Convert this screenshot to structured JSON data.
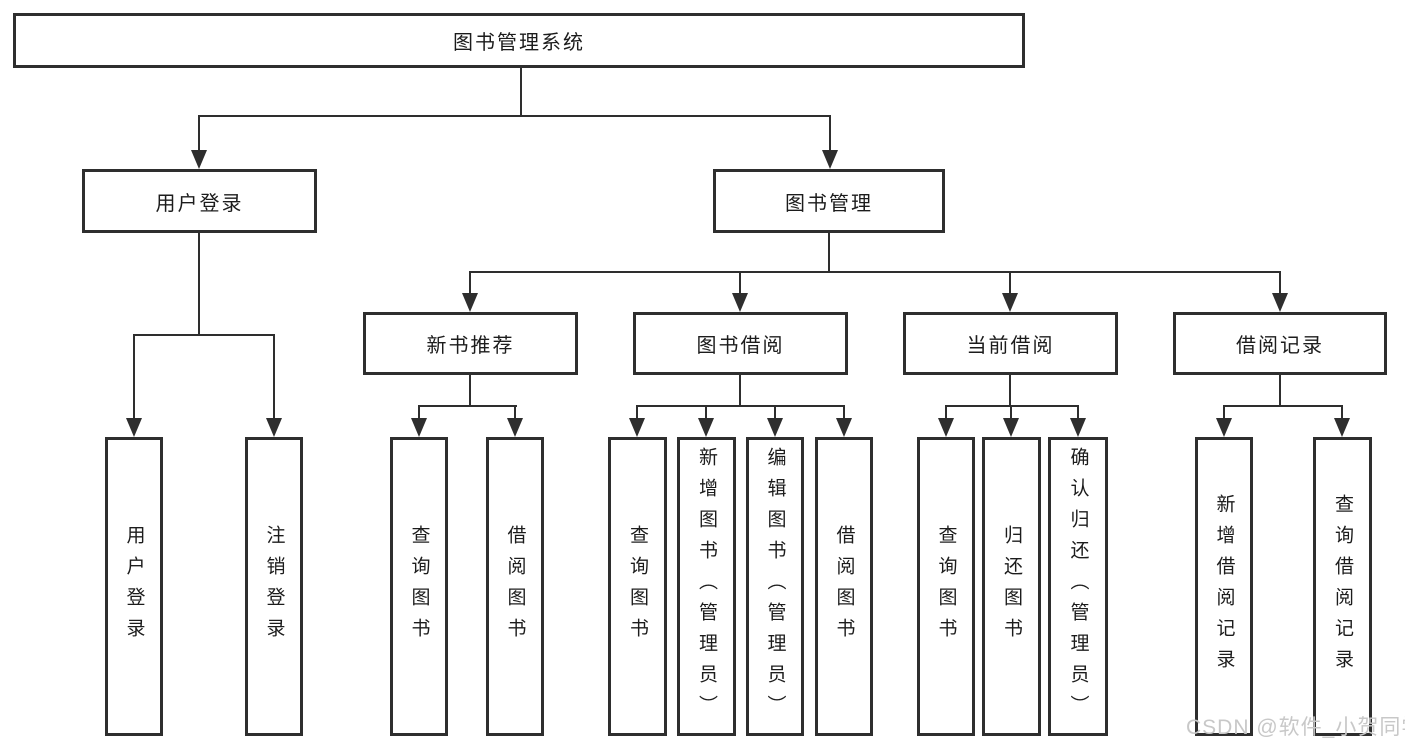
{
  "tree": {
    "label": "图书管理系统",
    "children": [
      {
        "label": "用户登录",
        "children": [
          {
            "label": "用户登录"
          },
          {
            "label": "注销登录"
          }
        ]
      },
      {
        "label": "图书管理",
        "children": [
          {
            "label": "新书推荐",
            "children": [
              {
                "label": "查询图书"
              },
              {
                "label": "借阅图书"
              }
            ]
          },
          {
            "label": "图书借阅",
            "children": [
              {
                "label": "查询图书"
              },
              {
                "label": "新增图书（管理员）"
              },
              {
                "label": "编辑图书（管理员）"
              },
              {
                "label": "借阅图书"
              }
            ]
          },
          {
            "label": "当前借阅",
            "children": [
              {
                "label": "查询图书"
              },
              {
                "label": "归还图书"
              },
              {
                "label": "确认归还（管理员）"
              }
            ]
          },
          {
            "label": "借阅记录",
            "children": [
              {
                "label": "新增借阅记录"
              },
              {
                "label": "查询借阅记录"
              }
            ]
          }
        ]
      }
    ]
  },
  "watermark": {
    "text": "CSDN @软件_小贺同学"
  },
  "colors": {
    "line": "#2e2e2e",
    "box_border": "#2e2e2e",
    "background": "#ffffff",
    "text": "#1c1c1c",
    "watermark": "#c8c8c8"
  }
}
